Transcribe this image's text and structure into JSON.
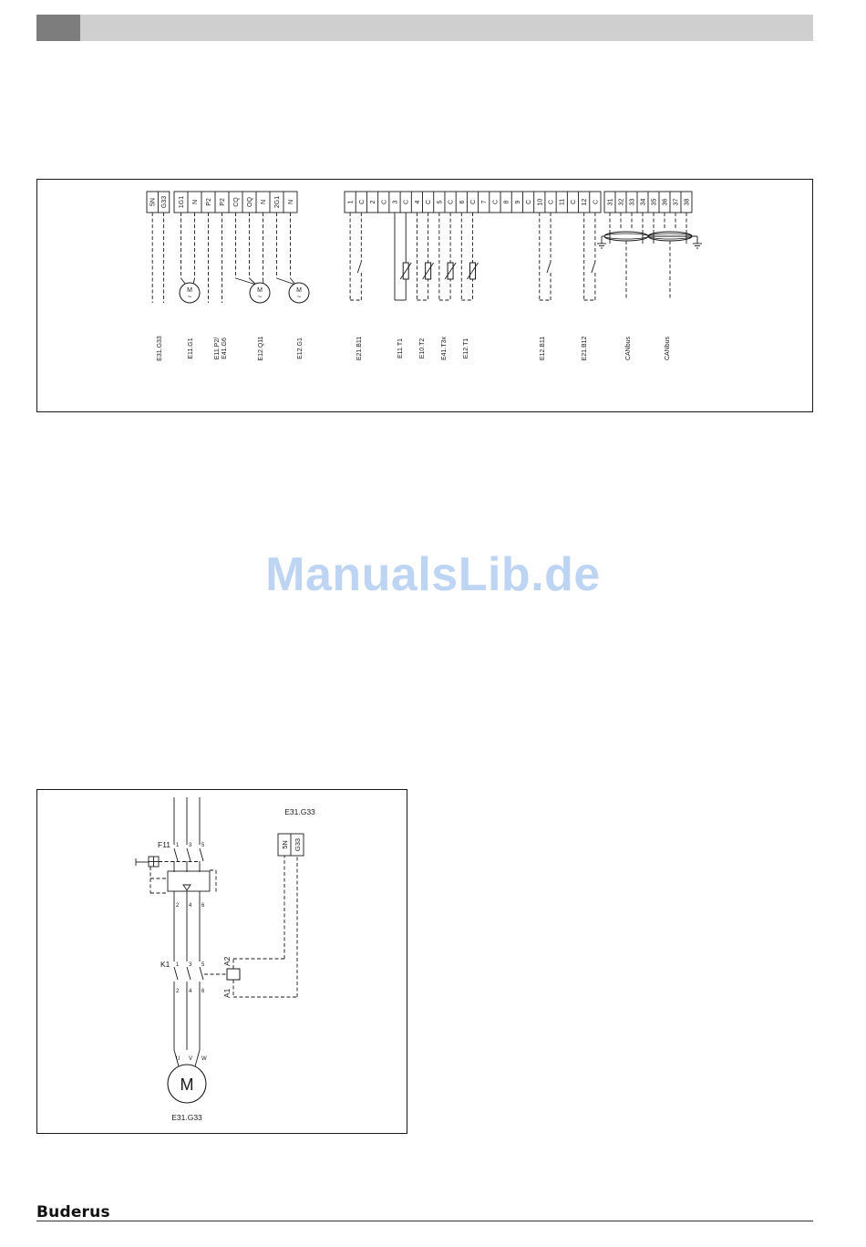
{
  "watermark": "ManualsLib.de",
  "footer": {
    "brand": "Buderus"
  },
  "top_diagram": {
    "terminal_groups": [
      {
        "id": "g1",
        "labels": [
          "5N",
          "G33"
        ]
      },
      {
        "id": "g2",
        "labels": [
          "1G1",
          "N",
          "P2",
          "P2",
          "CQ",
          "OQ",
          "N",
          "2G1",
          "N"
        ]
      },
      {
        "id": "g3",
        "labels": [
          "1",
          "C",
          "2",
          "C",
          "3",
          "C",
          "4",
          "C",
          "5",
          "C",
          "6",
          "C",
          "7",
          "C",
          "8",
          "9",
          "C",
          "10",
          "C",
          "11",
          "C",
          "12",
          "C"
        ]
      },
      {
        "id": "g4",
        "labels": [
          "31",
          "32",
          "33",
          "34",
          "35",
          "36",
          "37",
          "38"
        ]
      }
    ],
    "device_labels": [
      [
        "E31.G33"
      ],
      [
        "E11.G1"
      ],
      [
        "E11.P2/",
        "E41.G6"
      ],
      [
        "E12.Q11"
      ],
      [
        "E12.G1"
      ],
      [
        "E21.B11"
      ],
      [
        "E11.T1"
      ],
      [
        "E10.T2"
      ],
      [
        "E41.T3x"
      ],
      [
        "E12.T1"
      ],
      [
        "E12.B11"
      ],
      [
        "E21.B12"
      ],
      [
        "CANbus"
      ],
      [
        "CANbus"
      ]
    ],
    "motor_letter": "M",
    "motor_tilde": "~"
  },
  "bottom_diagram": {
    "title": "E31.G33",
    "caption": "E31.G33",
    "fuse_label": "F11",
    "contactor_label": "K1",
    "motor_letter": "M",
    "pins_top": [
      "1",
      "3",
      "5"
    ],
    "pins_bottom": [
      "2",
      "4",
      "6"
    ],
    "phases": [
      "U",
      "V",
      "W"
    ],
    "coil_labels": [
      "A2",
      "A1"
    ],
    "terminal_labels": [
      "5N",
      "G33"
    ]
  }
}
